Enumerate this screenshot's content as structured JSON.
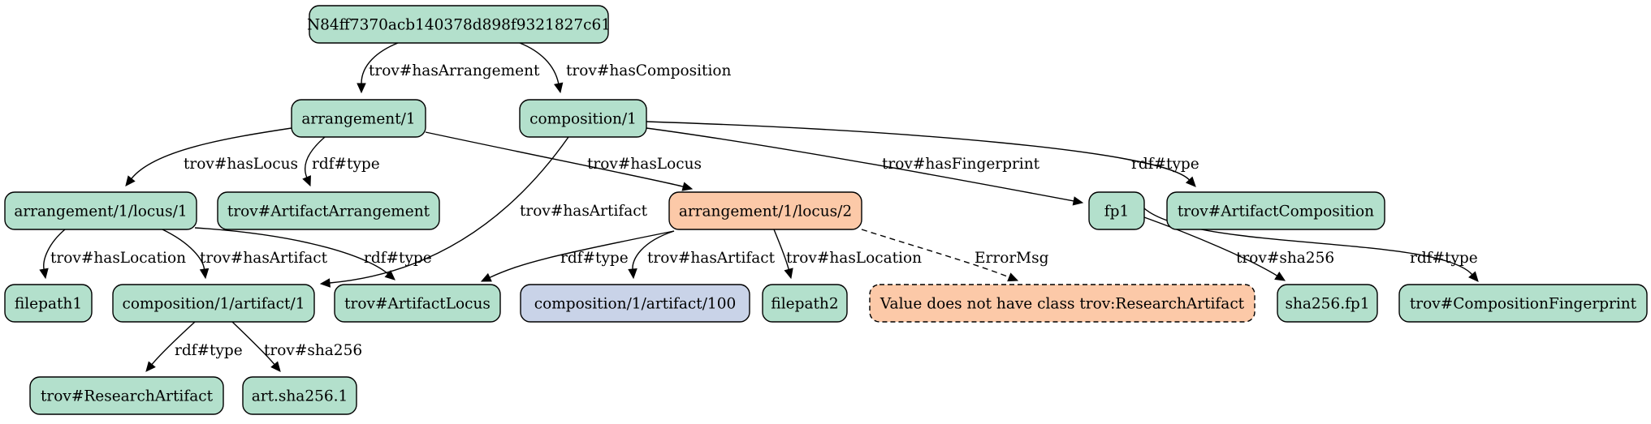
{
  "colors": {
    "default_fill": "#b3e0cc",
    "error_fill": "#fcc9a8",
    "missing_fill": "#c9d3e8",
    "stroke": "#000000"
  },
  "nodes": [
    {
      "id": "root",
      "label": "N84ff7370acb140378d898f9321827c61",
      "style": "default"
    },
    {
      "id": "arr1",
      "label": "arrangement/1",
      "style": "default"
    },
    {
      "id": "comp1",
      "label": "composition/1",
      "style": "default"
    },
    {
      "id": "locus1",
      "label": "arrangement/1/locus/1",
      "style": "default"
    },
    {
      "id": "artArr",
      "label": "trov#ArtifactArrangement",
      "style": "default"
    },
    {
      "id": "locus2",
      "label": "arrangement/1/locus/2",
      "style": "error"
    },
    {
      "id": "fp1",
      "label": "fp1",
      "style": "default"
    },
    {
      "id": "artComp",
      "label": "trov#ArtifactComposition",
      "style": "default"
    },
    {
      "id": "filepath1",
      "label": "filepath1",
      "style": "default"
    },
    {
      "id": "art1",
      "label": "composition/1/artifact/1",
      "style": "default"
    },
    {
      "id": "artLocus",
      "label": "trov#ArtifactLocus",
      "style": "default"
    },
    {
      "id": "art100",
      "label": "composition/1/artifact/100",
      "style": "missing"
    },
    {
      "id": "filepath2",
      "label": "filepath2",
      "style": "default"
    },
    {
      "id": "errMsg",
      "label": "Value does not have class trov:ResearchArtifact",
      "style": "error_dashed"
    },
    {
      "id": "sha256fp1",
      "label": "sha256.fp1",
      "style": "default"
    },
    {
      "id": "compFp",
      "label": "trov#CompositionFingerprint",
      "style": "default"
    },
    {
      "id": "resArt",
      "label": "trov#ResearchArtifact",
      "style": "default"
    },
    {
      "id": "artSha",
      "label": "art.sha256.1",
      "style": "default"
    }
  ],
  "edges": [
    {
      "id": "e1",
      "from": "root",
      "to": "arr1",
      "label": "trov#hasArrangement",
      "dashed": false
    },
    {
      "id": "e2",
      "from": "root",
      "to": "comp1",
      "label": "trov#hasComposition",
      "dashed": false
    },
    {
      "id": "e3",
      "from": "arr1",
      "to": "locus1",
      "label": "trov#hasLocus",
      "dashed": false
    },
    {
      "id": "e4",
      "from": "arr1",
      "to": "artArr",
      "label": "rdf#type",
      "dashed": false
    },
    {
      "id": "e5",
      "from": "arr1",
      "to": "locus2",
      "label": "trov#hasLocus",
      "dashed": false
    },
    {
      "id": "e6",
      "from": "comp1",
      "to": "fp1",
      "label": "trov#hasFingerprint",
      "dashed": false
    },
    {
      "id": "e7",
      "from": "comp1",
      "to": "artComp",
      "label": "rdf#type",
      "dashed": false
    },
    {
      "id": "e8",
      "from": "comp1",
      "to": "art1",
      "label": "trov#hasArtifact",
      "dashed": false
    },
    {
      "id": "e9",
      "from": "locus1",
      "to": "filepath1",
      "label": "trov#hasLocation",
      "dashed": false
    },
    {
      "id": "e10",
      "from": "locus1",
      "to": "art1",
      "label": "trov#hasArtifact",
      "dashed": false
    },
    {
      "id": "e11",
      "from": "locus1",
      "to": "artLocus",
      "label": "rdf#type",
      "dashed": false
    },
    {
      "id": "e12",
      "from": "locus2",
      "to": "artLocus",
      "label": "rdf#type",
      "dashed": false
    },
    {
      "id": "e13",
      "from": "locus2",
      "to": "art100",
      "label": "trov#hasArtifact",
      "dashed": false
    },
    {
      "id": "e14",
      "from": "locus2",
      "to": "filepath2",
      "label": "trov#hasLocation",
      "dashed": false
    },
    {
      "id": "e15",
      "from": "locus2",
      "to": "errMsg",
      "label": "ErrorMsg",
      "dashed": true
    },
    {
      "id": "e16",
      "from": "fp1",
      "to": "sha256fp1",
      "label": "trov#sha256",
      "dashed": false
    },
    {
      "id": "e17",
      "from": "fp1",
      "to": "compFp",
      "label": "rdf#type",
      "dashed": false
    },
    {
      "id": "e18",
      "from": "art1",
      "to": "resArt",
      "label": "rdf#type",
      "dashed": false
    },
    {
      "id": "e19",
      "from": "art1",
      "to": "artSha",
      "label": "trov#sha256",
      "dashed": false
    }
  ]
}
